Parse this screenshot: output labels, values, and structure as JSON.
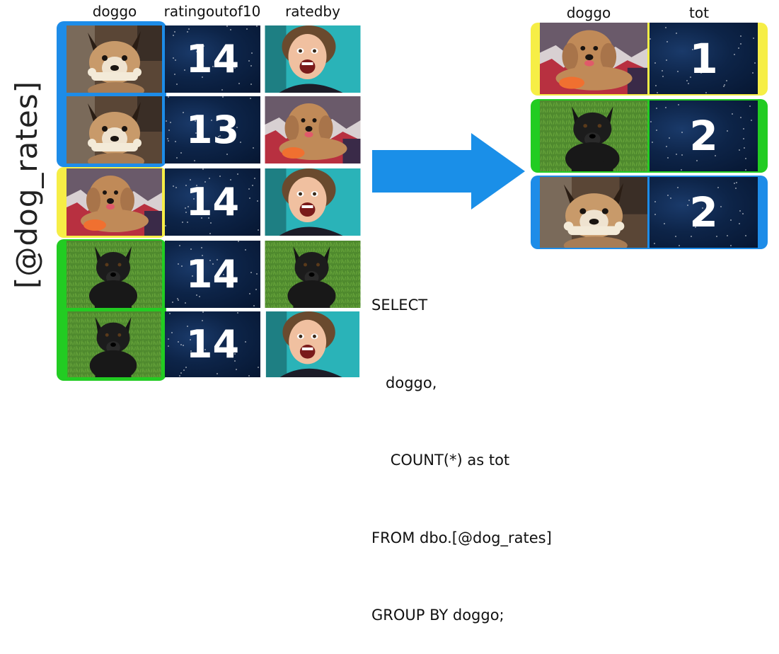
{
  "table_title": "[@dog_rates]",
  "source_table": {
    "columns": [
      "doggo",
      "ratingoutof10",
      "ratedby"
    ],
    "rows": [
      {
        "doggo": "shepherd-mix-dog-photo",
        "rating": "14",
        "ratedby": "woman-selfie-photo"
      },
      {
        "doggo": "shepherd-mix-dog-photo",
        "rating": "13",
        "ratedby": "doodle-dog-photo"
      },
      {
        "doggo": "doodle-dog-photo",
        "rating": "14",
        "ratedby": "woman-selfie-photo"
      },
      {
        "doggo": "black-dog-photo",
        "rating": "14",
        "ratedby": "black-dog-photo"
      },
      {
        "doggo": "black-dog-photo",
        "rating": "14",
        "ratedby": "woman-selfie-photo"
      }
    ]
  },
  "result_table": {
    "columns": [
      "doggo",
      "tot"
    ],
    "rows": [
      {
        "doggo": "doodle-dog-photo",
        "tot": "1"
      },
      {
        "doggo": "black-dog-photo",
        "tot": "2"
      },
      {
        "doggo": "shepherd-mix-dog-photo",
        "tot": "2"
      }
    ]
  },
  "group_colors": {
    "blue": "#1d8ce8",
    "yellow": "#f6ee46",
    "green": "#22cc22"
  },
  "arrow_color": "#1a8fe8",
  "sql_lines": [
    "SELECT",
    "   doggo,",
    "    COUNT(*) as tot",
    "FROM dbo.[@dog_rates]",
    "GROUP BY doggo;"
  ]
}
